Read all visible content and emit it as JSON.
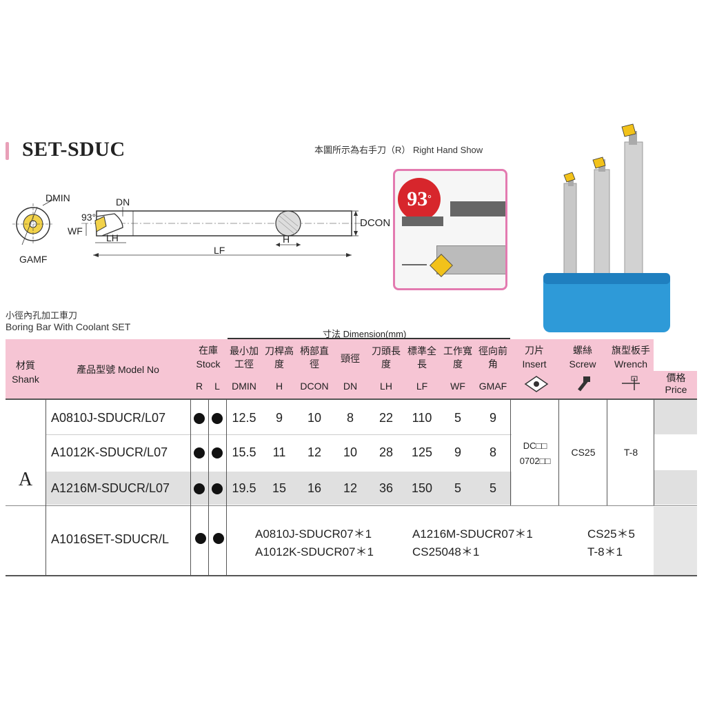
{
  "page": {
    "title": "SET-SDUC",
    "right_hand_note": "本圖所示為右手刀（R） Right Hand Show",
    "subtitle_cn": "小徑內孔加工車刀",
    "subtitle_en": "Boring Bar With Coolant SET",
    "dimension_header": "寸法 Dimension(mm)"
  },
  "diagram": {
    "labels": {
      "dmin": "DMIN",
      "dn": "DN",
      "angle": "93°",
      "wf": "WF",
      "lh": "LH",
      "lf": "LF",
      "h": "H",
      "dcon": "DCON",
      "gamf": "GAMF"
    },
    "inset_angle": "93",
    "inset_degree": "°",
    "colors": {
      "accent_pink": "#e8a0b8",
      "inset_red": "#d7262c",
      "holder_blue": "#2e9ad8"
    }
  },
  "table": {
    "headers": {
      "shank_cn": "材質",
      "shank_en": "Shank",
      "model": "產品型號 Model No",
      "stock_cn": "在庫",
      "stock_en": "Stock",
      "r": "R",
      "l": "L",
      "dmin_cn": "最小加工徑",
      "dmin": "DMIN",
      "h_cn": "刀桿高度",
      "h": "H",
      "dcon_cn": "柄部直徑",
      "dcon": "DCON",
      "dn_cn": "頸徑",
      "dn": "DN",
      "lh_cn": "刀頭長度",
      "lh": "LH",
      "lf_cn": "標準全長",
      "lf": "LF",
      "wf_cn": "工作寬度",
      "wf": "WF",
      "gmaf_cn": "徑向前角",
      "gmaf": "GMAF",
      "insert_cn": "刀片",
      "insert_en": "Insert",
      "screw_cn": "螺絲",
      "screw_en": "Screw",
      "wrench_cn": "旗型板手",
      "wrench_en": "Wrench",
      "price_cn": "價格",
      "price_en": "Price"
    },
    "shank_value": "A",
    "rows": [
      {
        "model": "A0810J-SDUCR/L07",
        "dmin": "12.5",
        "h": "9",
        "dcon": "10",
        "dn": "8",
        "lh": "22",
        "lf": "110",
        "wf": "5",
        "gmaf": "9"
      },
      {
        "model": "A1012K-SDUCR/L07",
        "dmin": "15.5",
        "h": "11",
        "dcon": "12",
        "dn": "10",
        "lh": "28",
        "lf": "125",
        "wf": "9",
        "gmaf": "8"
      },
      {
        "model": "A1216M-SDUCR/L07",
        "dmin": "19.5",
        "h": "15",
        "dcon": "16",
        "dn": "12",
        "lh": "36",
        "lf": "150",
        "wf": "5",
        "gmaf": "5"
      }
    ],
    "insert_line1": "DC□□",
    "insert_line2": "0702□□",
    "screw": "CS25",
    "wrench": "T-8",
    "set": {
      "model": "A1016SET-SDUCR/L",
      "items": [
        "A0810J-SDUCR07＊1",
        "A1216M-SDUCR07＊1",
        "CS25＊5",
        "A1012K-SDUCR07＊1",
        "CS25048＊1",
        "T-8＊1"
      ]
    }
  }
}
